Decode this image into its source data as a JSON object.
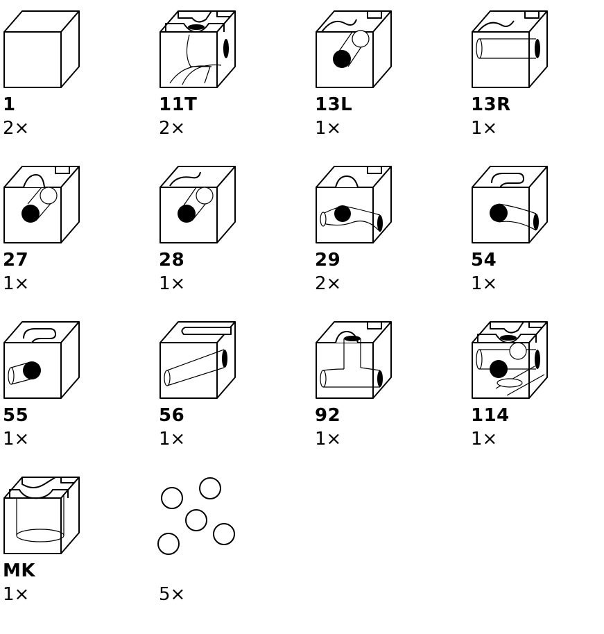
{
  "parts": [
    {
      "id": "1",
      "qty": "2×",
      "shape": "plain"
    },
    {
      "id": "11T",
      "qty": "2×",
      "shape": "double-tunnel"
    },
    {
      "id": "13L",
      "qty": "1×",
      "shape": "diag-left"
    },
    {
      "id": "13R",
      "qty": "1×",
      "shape": "straight-right"
    },
    {
      "id": "27",
      "qty": "1×",
      "shape": "diag-right"
    },
    {
      "id": "28",
      "qty": "1×",
      "shape": "diag-left-2"
    },
    {
      "id": "29",
      "qty": "2×",
      "shape": "straight-through"
    },
    {
      "id": "54",
      "qty": "1×",
      "shape": "curve-right"
    },
    {
      "id": "55",
      "qty": "1×",
      "shape": "curve-left"
    },
    {
      "id": "56",
      "qty": "1×",
      "shape": "long-groove"
    },
    {
      "id": "92",
      "qty": "1×",
      "shape": "t-junction"
    },
    {
      "id": "114",
      "qty": "1×",
      "shape": "double-cross"
    },
    {
      "id": "MK",
      "qty": "1×",
      "shape": "cup"
    },
    {
      "id": "",
      "qty": "5×",
      "shape": "balls"
    }
  ]
}
